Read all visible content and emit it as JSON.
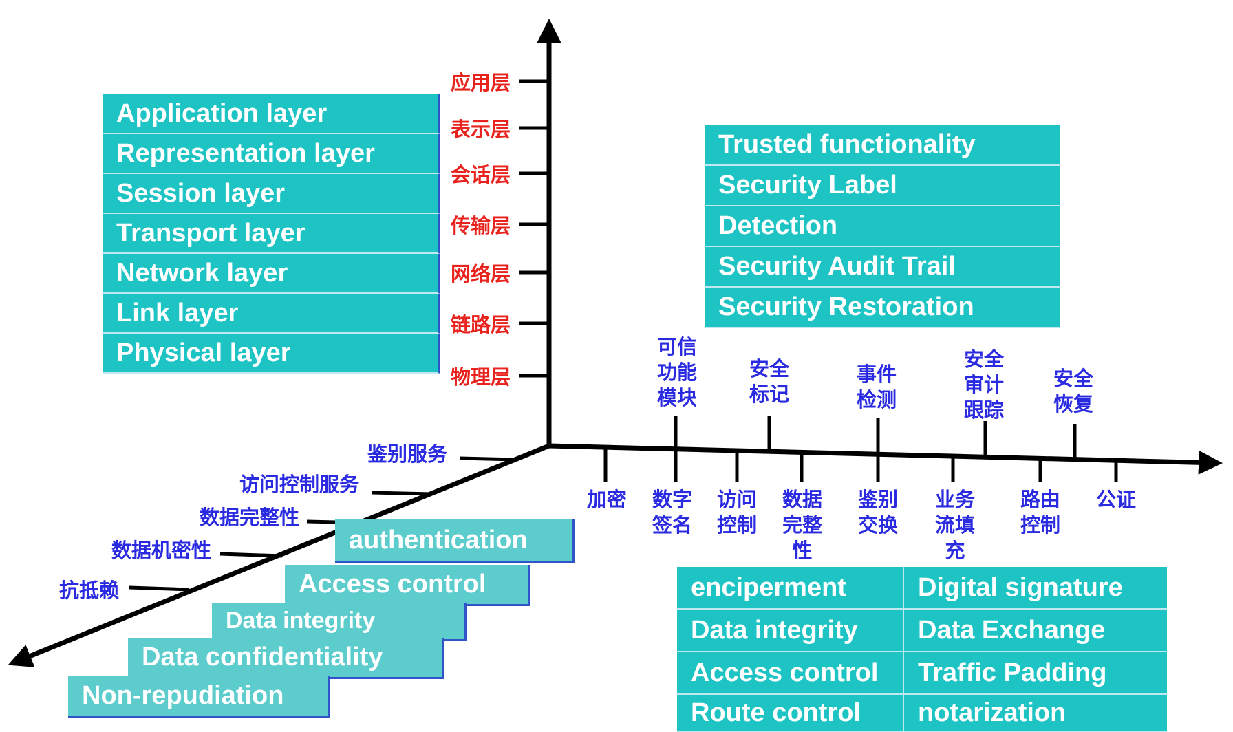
{
  "colors": {
    "box_fill": "#1ec4c4",
    "box_fill_light": "#5ccccc",
    "axis": "#000000",
    "osi_label": "#e8231d",
    "mechanism_label": "#2a2ae0"
  },
  "osi_layers_cn": [
    "应用层",
    "表示层",
    "会话层",
    "传输层",
    "网络层",
    "链路层",
    "物理层"
  ],
  "osi_layers_en": [
    "Application layer",
    "Representation layer",
    "Session layer",
    "Transport layer",
    "Network layer",
    "Link layer",
    "Physical layer"
  ],
  "services_cn": [
    "鉴别服务",
    "访问控制服务",
    "数据完整性",
    "数据机密性",
    "抗抵赖"
  ],
  "services_en": [
    "authentication",
    "Access control",
    "Data integrity",
    "Data confidentiality",
    "Non-repudiation"
  ],
  "mechanisms_below_cn": [
    "加密",
    "数字签名",
    "访问控制",
    "数据完整性",
    "鉴别交换",
    "业务流填充",
    "路由控制",
    "公证"
  ],
  "mechanisms_above_cn": [
    "可信功能模块",
    "安全标记",
    "事件检测",
    "安全审计跟踪",
    "安全恢复"
  ],
  "pervasive_en": [
    "Trusted functionality",
    "Security Label",
    "Detection",
    "Security Audit Trail",
    "Security Restoration"
  ],
  "mechanisms_en": {
    "left": [
      "enciperment",
      "Data integrity",
      "Access control",
      "Route control"
    ],
    "right": [
      "Digital signature",
      "Data Exchange",
      "Traffic Padding",
      "notarization"
    ]
  }
}
